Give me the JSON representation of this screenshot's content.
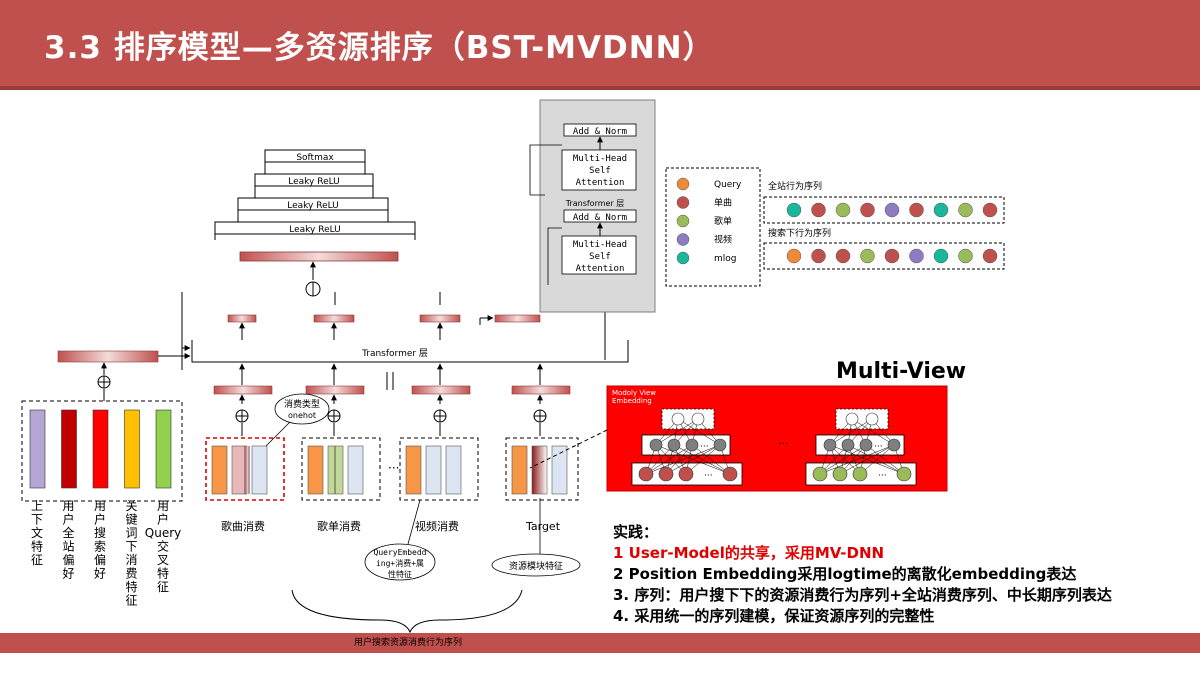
{
  "title": "3.3 排序模型—多资源排序（BST-MVDNN）",
  "tower": {
    "softmax": "Softmax",
    "leaky1": "Leaky ReLU",
    "leaky2": "Leaky ReLU",
    "leaky3": "Leaky ReLU"
  },
  "transformer_layer": "Transformer 层",
  "transformer_block": {
    "add_norm_top": "Add & Norm",
    "mha_top": [
      "Multi-Head",
      "Self",
      "Attention"
    ],
    "layer_label": "Transformer 层",
    "add_norm_mid": "Add & Norm",
    "mha_bottom": [
      "Multi-Head",
      "Self",
      "Attention"
    ]
  },
  "legend": {
    "items": [
      {
        "label": "Query",
        "color": "#ed8b3b"
      },
      {
        "label": "单曲",
        "color": "#c0504d"
      },
      {
        "label": "歌单",
        "color": "#9bbb59"
      },
      {
        "label": "视频",
        "color": "#8e7cc3"
      },
      {
        "label": "mlog",
        "color": "#1bb79d"
      }
    ],
    "seq1_title": "全站行为序列",
    "seq2_title": "搜索下行为序列",
    "seq1": [
      "#1bb79d",
      "#c0504d",
      "#9bbb59",
      "#c0504d",
      "#8e7cc3",
      "#c0504d",
      "#1bb79d",
      "#9bbb59",
      "#c0504d"
    ],
    "seq2": [
      "#ed8b3b",
      "#c0504d",
      "#c0504d",
      "#9bbb59",
      "#c0504d",
      "#8e7cc3",
      "#1bb79d",
      "#9bbb59",
      "#c0504d"
    ]
  },
  "context_features": [
    "上下文特征",
    "用户全站偏好",
    "用户搜索偏好",
    "关键词下消费特征",
    "用户Query交叉特征"
  ],
  "context_colors": [
    "#b4a7d6",
    "#c00000",
    "#ff0000",
    "#ffc000",
    "#92d050"
  ],
  "sequence_groups": [
    {
      "label": "歌曲消费",
      "colors": [
        "#f79646",
        "#e6b8b7",
        "#dce6f2"
      ]
    },
    {
      "label": "歌单消费",
      "colors": [
        "#f79646",
        "#c3d69b",
        "#dce6f2"
      ]
    },
    {
      "label": "视频消费",
      "colors": [
        "#f79646",
        "#dce6f2",
        "#dce6f2"
      ]
    },
    {
      "label": "Target",
      "colors": [
        "#f79646",
        "#c0504d",
        "#dce6f2"
      ]
    }
  ],
  "ellipsis": "···",
  "bubble_consume_type": [
    "消费类型",
    "onehot"
  ],
  "bubble_query": [
    "QueryEmbedd",
    "ing+消费+属",
    "性特征"
  ],
  "bubble_resource": "资源模块特征",
  "bottom_brace_label": "用户搜索资源消费行为序列",
  "multiview": {
    "title": "Multi-View",
    "box_label": [
      "Modoly View",
      "Embedding"
    ],
    "ellipsis": "···"
  },
  "notes": {
    "heading": "实践：",
    "line1": "1 User-Model的共享，采用MV-DNN",
    "line2": "2  Position Embedding采用logtime的离散化embedding表达",
    "line3": "3. 序列：用户搜下下的资源消费行为序列+全站消费序列、中长期序列表达",
    "line4": "4. 采用统一的序列建模，保证资源序列的完整性"
  }
}
